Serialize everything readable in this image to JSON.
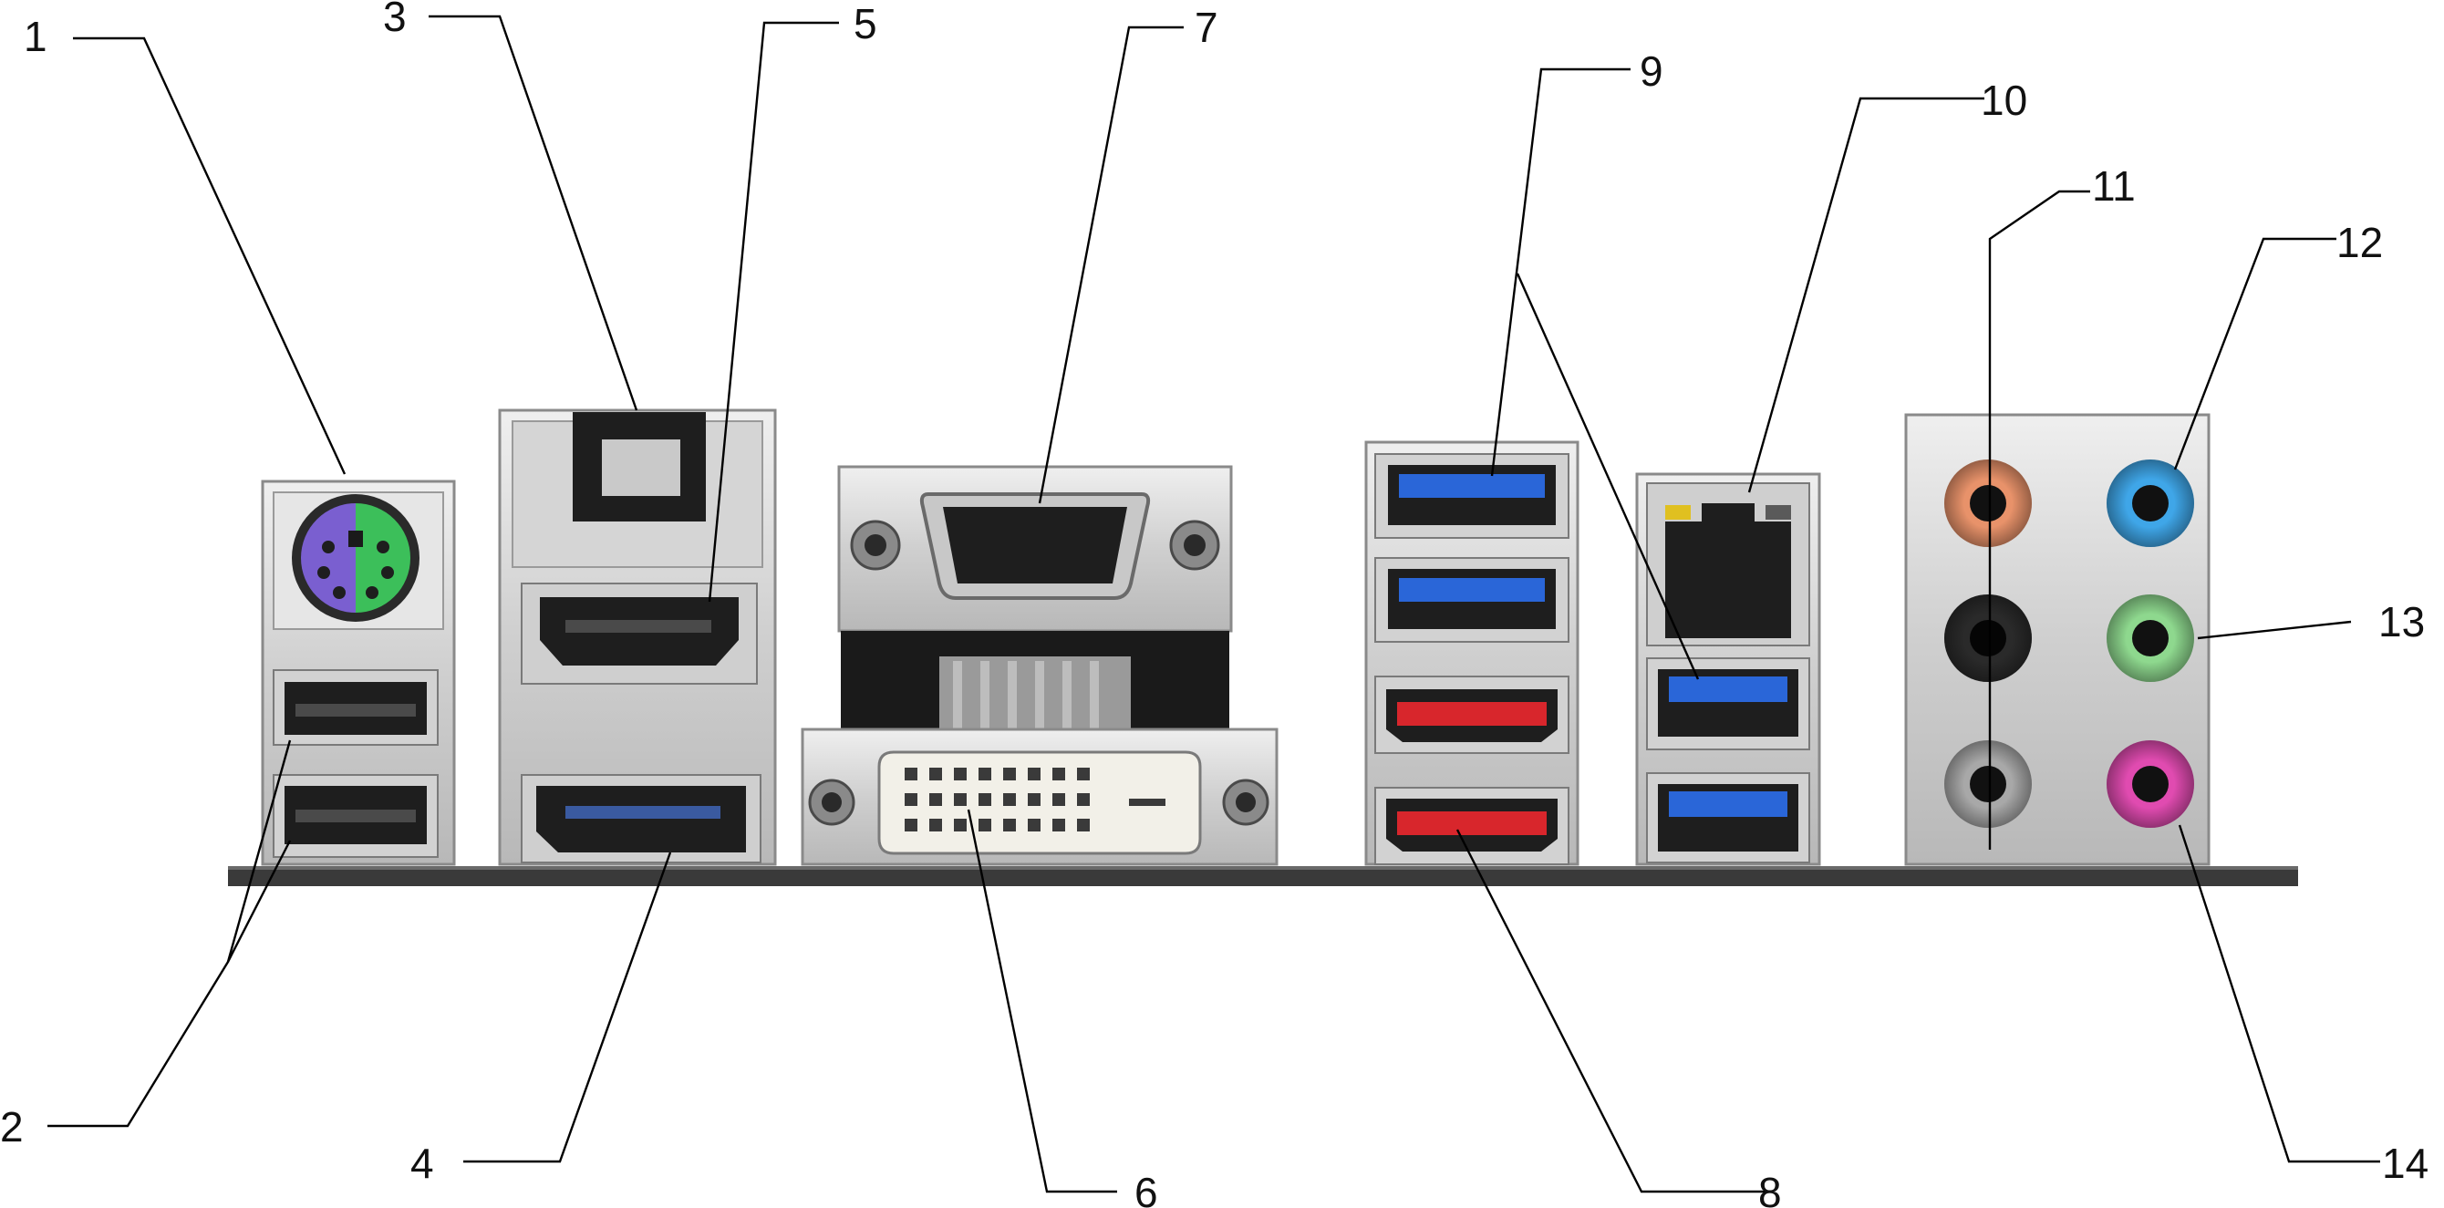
{
  "callouts": [
    {
      "id": 1,
      "text": "1"
    },
    {
      "id": 2,
      "text": "2"
    },
    {
      "id": 3,
      "text": "3"
    },
    {
      "id": 4,
      "text": "4"
    },
    {
      "id": 5,
      "text": "5"
    },
    {
      "id": 6,
      "text": "6"
    },
    {
      "id": 7,
      "text": "7"
    },
    {
      "id": 8,
      "text": "8"
    },
    {
      "id": 9,
      "text": "9"
    },
    {
      "id": 10,
      "text": "10"
    },
    {
      "id": 11,
      "text": "11"
    },
    {
      "id": 12,
      "text": "12"
    },
    {
      "id": 13,
      "text": "13"
    },
    {
      "id": 14,
      "text": "14"
    }
  ],
  "colors": {
    "background": "#ffffff",
    "baseplate": "#3a3a3a",
    "metal": "#d8d8d8",
    "metal_dark": "#9a9a9a",
    "ps2_purple": "#7a5fd0",
    "ps2_green": "#3cbf5a",
    "usb3_blue": "#2a66d8",
    "esata_red": "#d8262c",
    "audio_orange": "#e8926a",
    "audio_blue": "#3fa6e8",
    "audio_black": "#2a2a2a",
    "audio_green": "#8ed88e",
    "audio_gray": "#a8a8a8",
    "audio_pink": "#e04bb0",
    "lan_led_yellow": "#e0c020"
  },
  "icons": [
    "ps2-port-icon",
    "usb2-port-icon",
    "optical-spdif-icon",
    "displayport-icon",
    "hdmi-port-icon",
    "dvi-port-icon",
    "vga-port-icon",
    "esata-port-icon",
    "usb3-port-icon",
    "lan-rj45-icon",
    "audio-jack-icon"
  ]
}
